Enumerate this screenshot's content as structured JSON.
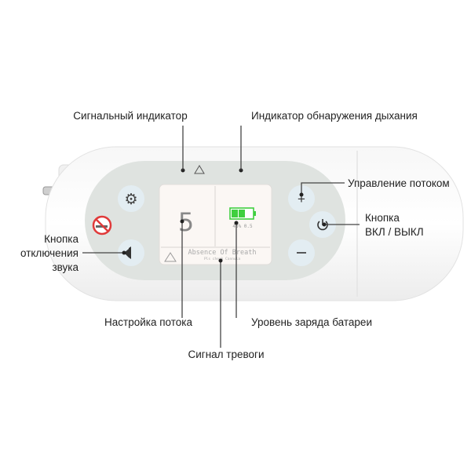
{
  "labels": {
    "signal_indicator": "Сигнальный индикатор",
    "breath_indicator": "Индикатор обнаружения дыхания",
    "flow_control": "Управление потоком",
    "power_button_line1": "Кнопка",
    "power_button_line2": "ВКЛ / ВЫКЛ",
    "mute_button_line1": "Кнопка",
    "mute_button_line2": "отключения",
    "mute_button_line3": "звука",
    "flow_setting": "Настройка потока",
    "battery_level": "Уровень заряда батареи",
    "alarm_signal": "Сигнал тревоги"
  },
  "screen": {
    "flow_value": "5",
    "battery_text": "48% 0.5",
    "alarm_title": "Absence Of Breath",
    "alarm_subtitle": "Pls check Cannula"
  },
  "battery": {
    "bars_filled": 2,
    "bars_total": 3,
    "color": "#3fcf3f"
  },
  "colors": {
    "button_fill": "#e3edf2",
    "panel_fill": "#dfe3e0",
    "no_smoking": "#e03a3a"
  },
  "icons": [
    "gear-icon",
    "speaker-mute-icon",
    "plus-icon",
    "minus-icon",
    "power-icon",
    "no-smoking-icon",
    "alarm-triangle-icon"
  ]
}
